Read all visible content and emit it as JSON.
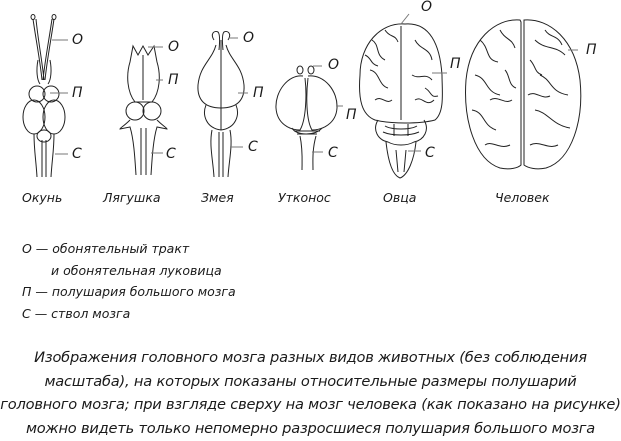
{
  "figure": {
    "animals": [
      {
        "name": "Окунь",
        "labels": {
          "o": "О",
          "p": "П",
          "s": "С"
        }
      },
      {
        "name": "Лягушка",
        "labels": {
          "o": "О",
          "p": "П",
          "s": "С"
        }
      },
      {
        "name": "Змея",
        "labels": {
          "o": "О",
          "p": "П",
          "s": "С"
        }
      },
      {
        "name": "Утконос",
        "labels": {
          "o": "О",
          "p": "П",
          "s": "С"
        }
      },
      {
        "name": "Овца",
        "labels": {
          "o": "О",
          "p": "П",
          "s": "С"
        }
      },
      {
        "name": "Человек",
        "labels": {
          "p": "П"
        }
      }
    ]
  },
  "legend": {
    "lines": [
      "О — обонятельный тракт",
      "и обонятельная луковица",
      "П — полушария большого мозга",
      "С — ствол мозга"
    ]
  },
  "caption": {
    "lines": [
      "Изображения головного мозга разных видов животных (без соблюдения",
      "масштаба), на которых показаны относительные размеры полушарий",
      "головного мозга; при взгляде сверху на мозг человека (как показано на рисунке)",
      "можно видеть только непомерно разросшиеся полушария большого мозга"
    ]
  }
}
